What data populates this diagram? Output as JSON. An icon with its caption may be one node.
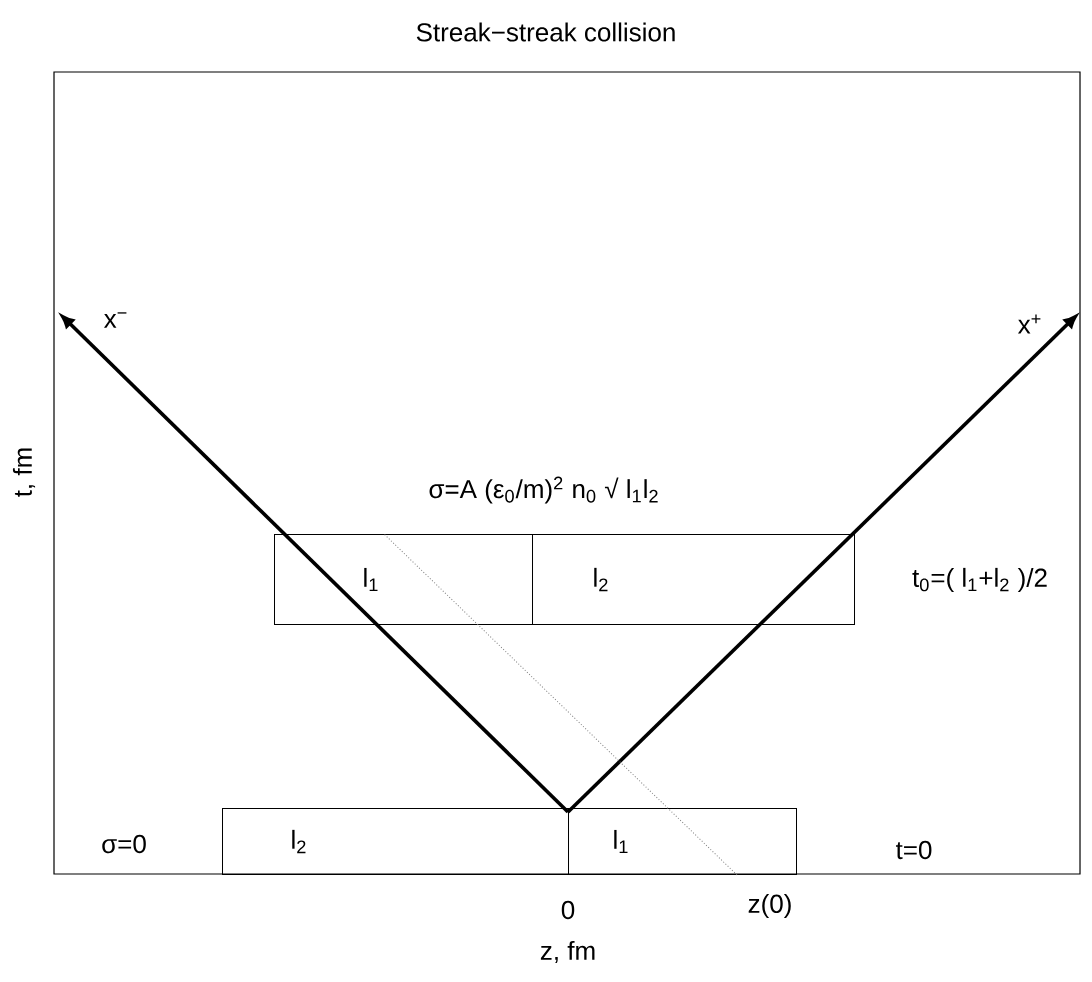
{
  "diagram": {
    "title": "Streak−streak collision",
    "nodes": [
      {
        "text": [
          "l$_{1}$"
        ]
      },
      {
        "text": [
          "l$_{2}$"
        ]
      },
      {
        "text": [
          "l$_{2}$"
        ]
      },
      {
        "text": [
          "l$_{1}$"
        ]
      }
    ],
    "edges": [
      {
        "from": 3,
        "to": 0,
        "arrow": "none",
        "style": "dashed",
        "color": "#808080"
      }
    ],
    "labels": [
      "x$^{−}$",
      "x$^{+}$",
      "σ=A (ε$_{0}$/m)$^{2}$ n$_{0}$ √ l$_{1}$l$_{2}$",
      "t$_{0}$=( l$_{1}$+l$_{2}$ )/2",
      "σ=0",
      "t=0",
      "0",
      "z(0)",
      "z, fm",
      "t, fm"
    ]
  }
}
